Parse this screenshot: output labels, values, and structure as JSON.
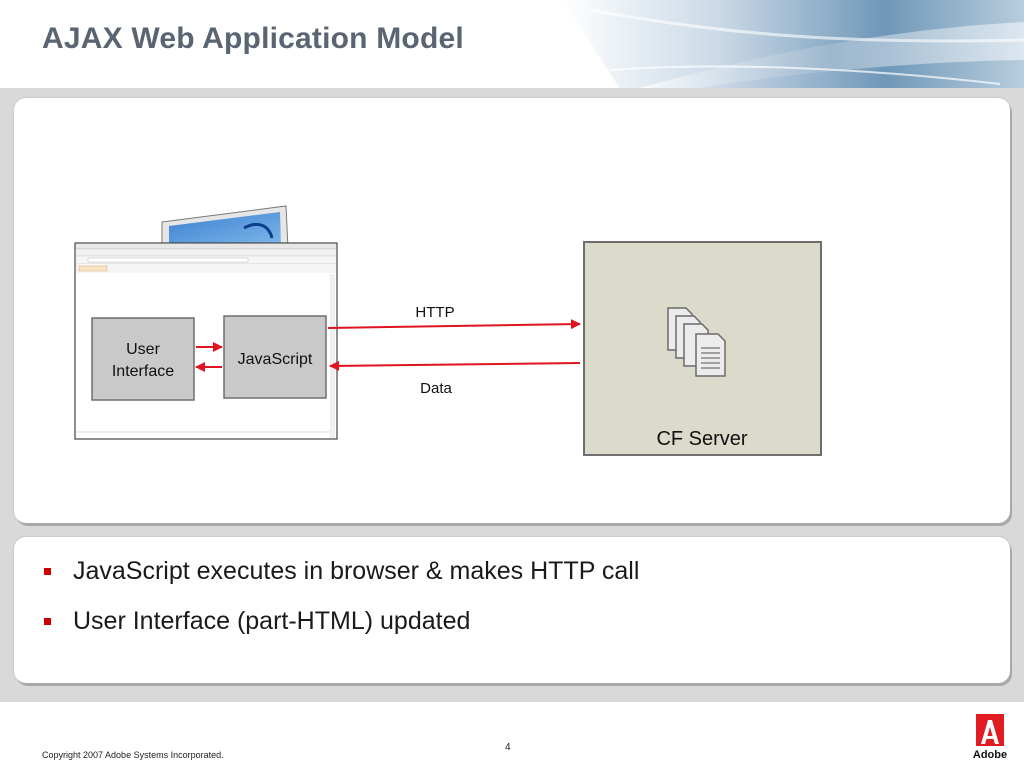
{
  "slide": {
    "title": "AJAX Web Application Model",
    "page_number": "4",
    "copyright": "Copyright 2007 Adobe Systems Incorporated.",
    "logo_text": "Adobe"
  },
  "diagram": {
    "user_interface_line1": "User",
    "user_interface_line2": "Interface",
    "javascript_label": "JavaScript",
    "request_label": "HTTP",
    "response_label": "Data",
    "server_label": "CF Server"
  },
  "bullets": [
    "JavaScript executes in browser & makes HTTP call",
    "User Interface (part-HTML) updated"
  ],
  "colors": {
    "title": "#5a6472",
    "arrow": "#e0141e",
    "bullet_marker": "#cc0000",
    "server_fill": "#dcdacb",
    "box_fill": "#c9c9c9",
    "logo_red": "#e01b22"
  }
}
